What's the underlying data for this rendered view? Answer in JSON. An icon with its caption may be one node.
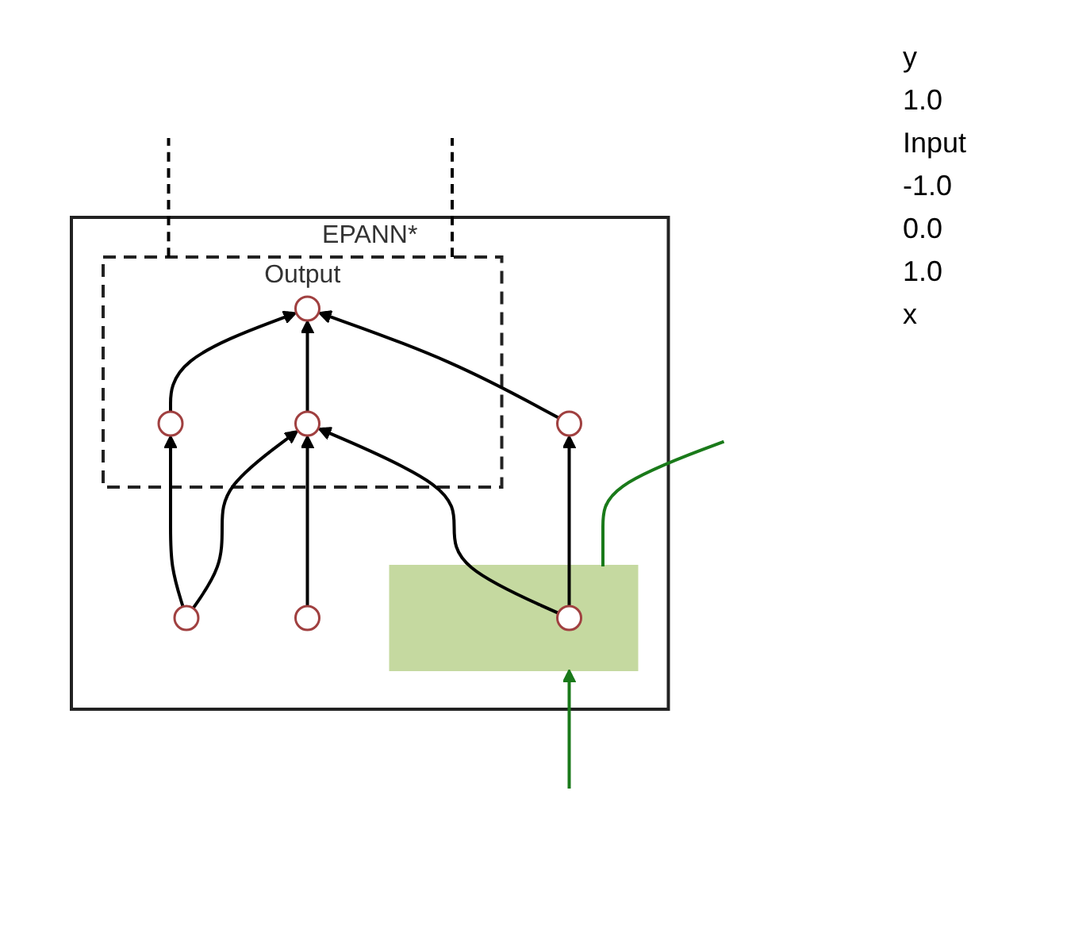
{
  "diagram": {
    "nodes": [
      {
        "text": [
          "EPANN*"
        ]
      },
      {
        "text": [
          "Output"
        ],
        "in": 0
      },
      {
        "text": [],
        "shape": "bar",
        "in": 0
      },
      {
        "text": [],
        "shape": "circle",
        "in": 1
      },
      {
        "text": [],
        "shape": "circle",
        "in": 0
      },
      {
        "text": [],
        "shape": "circle",
        "in": 1
      },
      {
        "text": [],
        "shape": "circle",
        "in": 1
      },
      {
        "text": [],
        "shape": "circle",
        "in": 2
      },
      {
        "text": [],
        "shape": "circle",
        "in": 0
      },
      {
        "text": [],
        "shape": "circle",
        "in": 0
      }
    ],
    "edges": [
      {
        "from": 7,
        "to": 4,
        "arrow": "to"
      },
      {
        "from": 7,
        "to": 5,
        "arrow": "to"
      },
      {
        "from": 8,
        "to": 5,
        "arrow": "to"
      },
      {
        "from": 9,
        "to": 5,
        "arrow": "to"
      },
      {
        "from": 9,
        "to": 6,
        "arrow": "to"
      },
      {
        "from": 4,
        "to": 3,
        "arrow": "to"
      },
      {
        "from": 5,
        "to": 3,
        "arrow": "to"
      },
      {
        "from": 6,
        "to": 3,
        "arrow": "to"
      },
      {
        "from": null,
        "to": 2,
        "arrow": "to",
        "color": "#1a7a1a"
      },
      {
        "from": 2,
        "to": null,
        "arrow": "none",
        "color": "#1a7a1a"
      },
      {
        "from": 1,
        "to": null,
        "arrow": "none",
        "style": "dashed"
      },
      {
        "from": 1,
        "to": null,
        "arrow": "none",
        "style": "dashed"
      }
    ],
    "labels": [
      "y",
      "1.0",
      "Input",
      "-1.0",
      "0.0",
      "1.0",
      "x"
    ]
  }
}
